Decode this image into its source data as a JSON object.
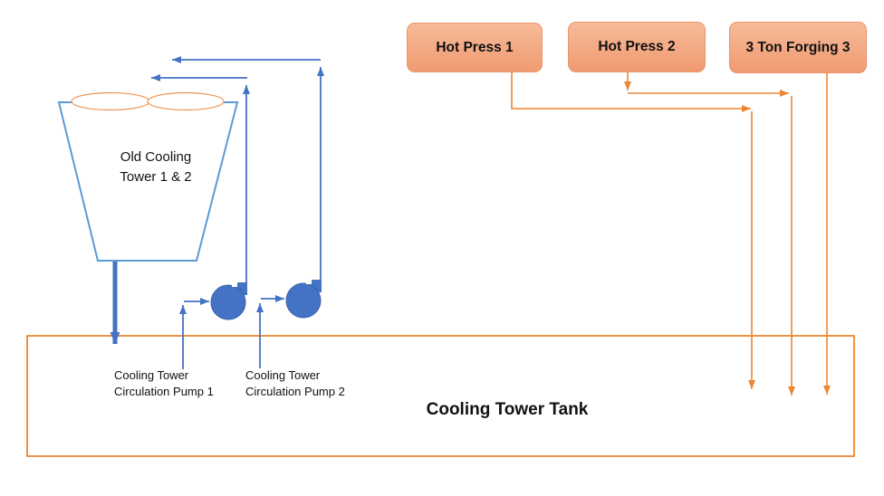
{
  "diagram": {
    "equipment": {
      "cooling_tower": {
        "label": "Old Cooling\nTower 1 & 2"
      },
      "hot_press_1": {
        "label": "Hot Press 1"
      },
      "hot_press_2": {
        "label": "Hot Press 2"
      },
      "forging_3": {
        "label": "3 Ton Forging 3"
      },
      "pump_1": {
        "label": "Cooling Tower\nCirculation Pump 1"
      },
      "pump_2": {
        "label": "Cooling Tower\nCirculation Pump 2"
      },
      "tank": {
        "label": "Cooling Tower Tank"
      }
    },
    "colors": {
      "line_blue": "#4472C4",
      "tower_blue": "#5B9BD5",
      "pump_blue": "#4472C4",
      "pump_blue_dark": "#3A62A9",
      "line_orange": "#ED8633",
      "ellipse_orange": "#EC9350",
      "box_fill_top": "#F7BA99",
      "box_fill_bottom": "#F09B71",
      "box_border": "#E9946B",
      "text_color": "#111111"
    }
  }
}
